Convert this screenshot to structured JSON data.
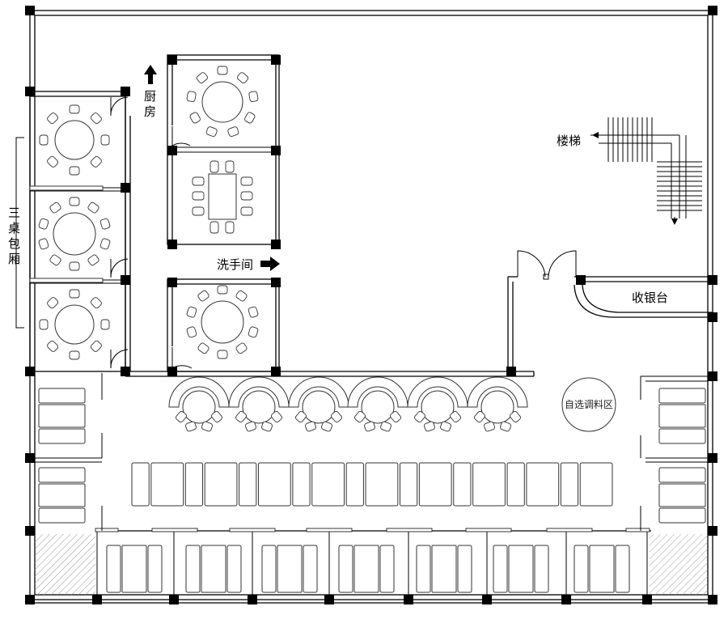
{
  "labels": {
    "kitchen": "厨房",
    "stairs": "楼梯",
    "washroom": "洗手间",
    "cashier": "收银台",
    "private_rooms": "三桌包厢",
    "sauce_area": "自选调料区"
  },
  "colors": {
    "wall": "#000000",
    "furniture_stroke": "#333333",
    "hatch": "#999999"
  },
  "icons": [
    "arrow-up-icon",
    "arrow-right-icon",
    "door-swing-icon"
  ]
}
